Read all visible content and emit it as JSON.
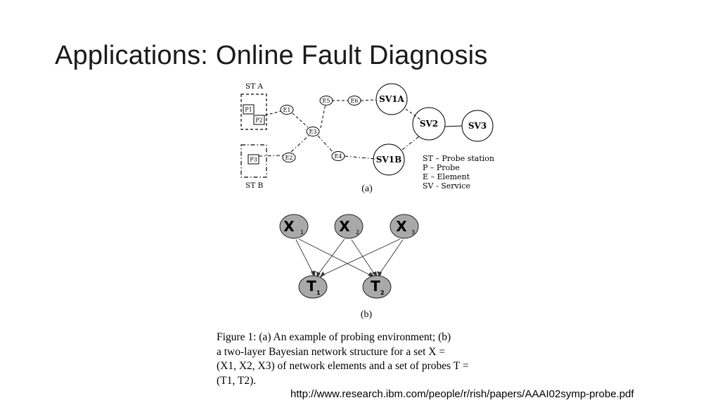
{
  "slide": {
    "title": "Applications: Online Fault Diagnosis",
    "source_url": "http://www.research.ibm.com/people/r/rish/papers/AAAI02symp-probe.pdf"
  },
  "diagram_a": {
    "station_a_label": "ST A",
    "station_b_label": "ST B",
    "nodes": {
      "p1": "P1",
      "p2": "P2",
      "p3": "P3",
      "e1": "E1",
      "e2": "E2",
      "e3": "E3",
      "e4": "E4",
      "e5": "E5",
      "e6": "E6",
      "sv1a": "SV1A",
      "sv1b": "SV1B",
      "sv2": "SV2",
      "sv3": "SV3"
    },
    "legend": [
      "ST – Probe station",
      "P – Probe",
      "E – Element",
      "SV - Service"
    ],
    "sublabel": "(a)"
  },
  "diagram_b": {
    "x_nodes": [
      {
        "letter": "X",
        "sub": "1"
      },
      {
        "letter": "X",
        "sub": "2"
      },
      {
        "letter": "X",
        "sub": "3"
      }
    ],
    "t_nodes": [
      {
        "letter": "T",
        "sub": "1"
      },
      {
        "letter": "T",
        "sub": "2"
      }
    ],
    "sublabel": "(b)"
  },
  "caption": {
    "line1": "Figure 1:  (a) An example of probing environment; (b)",
    "line2": "a two-layer Bayesian network structure for a set X =",
    "line3": "(X1, X2, X3) of network elements and a set of probes T =",
    "line4": "(T1, T2)."
  }
}
